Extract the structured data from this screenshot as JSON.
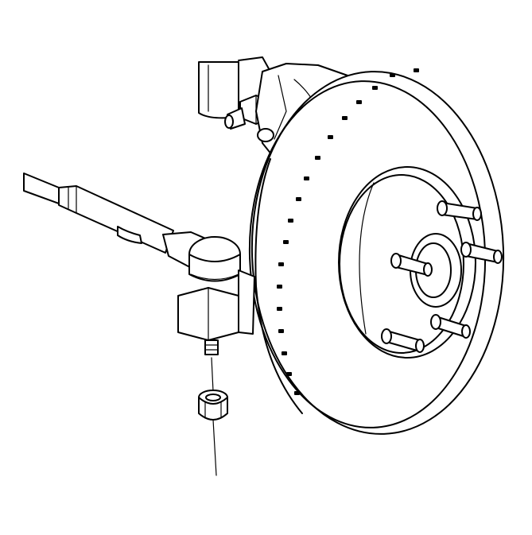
{
  "figure": {
    "kind": "service-manual line illustration",
    "components": [
      "shock-absorber",
      "upper-control-arm-bolt",
      "steering-knuckle",
      "tie-rod-end",
      "tie-rod-end-stud",
      "tie-rod-end-nut",
      "brake-rotor",
      "wheel-hub",
      "wheel-studs"
    ],
    "colors": {
      "line": "#000000",
      "background": "#ffffff"
    }
  }
}
